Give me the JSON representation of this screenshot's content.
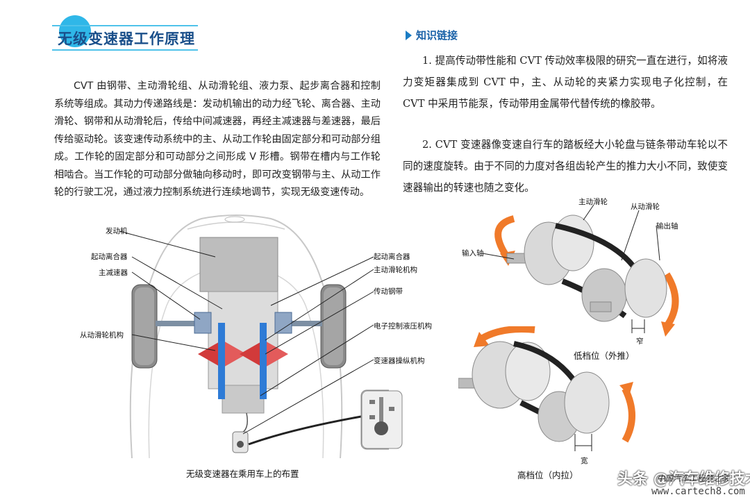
{
  "title": "无级变速器工作原理",
  "body_paragraph": "CVT 由钢带、主动滑轮组、从动滑轮组、液力泵、起步离合器和控制系统等组成。其动力传递路线是：发动机输出的动力经飞轮、离合器、主动滑轮、钢带和从动滑轮后，传给中间减速器，再经主减速器与差速器，最后传给驱动轮。该变速传动系统中的主、从动工作轮由固定部分和可动部分组成。工作轮的固定部分和可动部分之间形成 V 形槽。钢带在槽内与工作轮相啮合。当工作轮的可动部分做轴向移动时，即可改变钢带与主、从动工作轮的行驶工况，通过液力控制系统进行连续地调节，实现无级变速传动。",
  "knowledge_link": {
    "heading": "知识链接",
    "paragraphs": [
      "1. 提高传动带性能和 CVT 传动效率极限的研究一直在进行，如将液力变矩器集成到 CVT 中，主、从动轮的夹紧力实现电子化控制，在 CVT 中采用节能泵，传动带用金属带代替传统的橡胶带。",
      "2. CVT 变速器像变速自行车的踏板经大小轮盘与链条带动车轮以不同的速度旋转。由于不同的力度对各组齿轮产生的推力大小不同，致使变速器输出的转速也随之变化。"
    ]
  },
  "car_figure": {
    "labels": {
      "engine": "发动机",
      "start_clutch_left": "起动离合器",
      "final_drive": "主减速器",
      "driven_pulley": "从动滑轮机构",
      "start_clutch_right": "起动离合器",
      "drive_pulley": "主动滑轮机构",
      "steel_belt": "传动钢带",
      "hydraulic": "电子控制液压机构",
      "shift_mech": "变速器操纵机构"
    },
    "caption": "无级变速器在乘用车上的布置"
  },
  "pulley_figure": {
    "labels": {
      "drive_pulley": "主动滑轮",
      "driven_pulley": "从动滑轮",
      "output_shaft": "输出轴",
      "input_shaft": "输入轴",
      "narrow": "窄",
      "wide": "宽"
    },
    "low_caption": "低档位（外推）",
    "high_caption": "高档位（内拉）"
  },
  "watermark": {
    "brand": "头条",
    "handle": "@汽车维修技术",
    "site_cn": "中国汽车工程师之家",
    "site_url": "www.cartech8.com"
  },
  "colors": {
    "accent": "#2fb7e8",
    "title": "#1a4f8a",
    "arrow": "#f07a2a",
    "hydraulic_red": "#d23a3a",
    "shaft_blue": "#2e7bd6"
  }
}
